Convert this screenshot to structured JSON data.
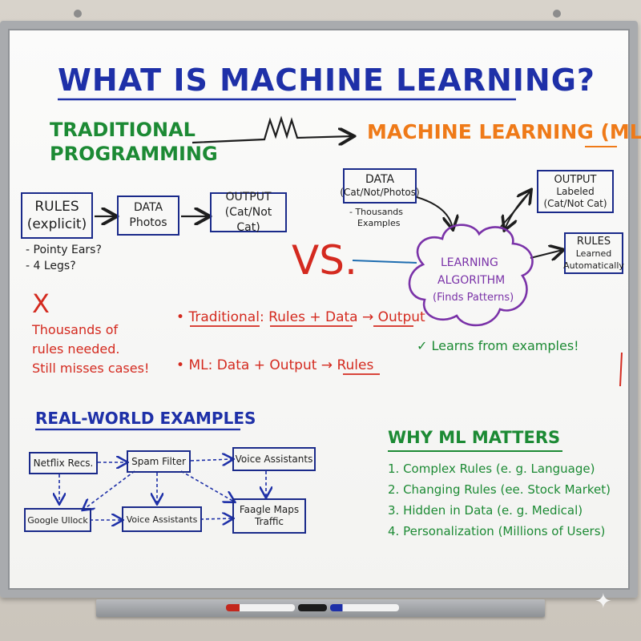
{
  "title": "WHAT IS MACHINE LEARNING?",
  "traditional": {
    "line1": "TRADITIONAL",
    "line2": "PROGRAMMING"
  },
  "ml_heading": {
    "text": "MACHINE LEARNING ",
    "abbr": "(ML)"
  },
  "trad_flow": {
    "rules_line1": "RULES",
    "rules_line2": "(explicit)",
    "data_line1": "DATA",
    "data_line2": "Photos",
    "output_line1": "OUTPUT",
    "output_line2": "(Cat/Not Cat)",
    "note1": "- Pointy Ears?",
    "note2": "- 4 Legs?"
  },
  "vs": "VS.",
  "fail": {
    "mark": "X",
    "line1": "Thousands of",
    "line2": "rules  needed.",
    "line3": "Still misses cases!"
  },
  "ml_flow": {
    "data_line1": "DATA",
    "data_line2": "(Cat/Not/Photos)",
    "data_note1": "- Thousands",
    "data_note2": "Examples",
    "output_line1": "OUTPUT",
    "output_line2": "Labeled",
    "output_line3": "(Cat/Not Cat)",
    "rules_line1": "RULES",
    "rules_line2": "Learned",
    "rules_line3": "Automatically",
    "algo_line1": "LEARNING",
    "algo_line2": "ALGORITHM",
    "algo_line3": "(Finds Patterns)",
    "learns": "✓ Learns from examples!"
  },
  "summary": {
    "trad_bullet": "•",
    "trad_label": "Traditional",
    "trad_colon": ":",
    "trad_formula": "Rules + Data → Output",
    "ml_bullet": "•",
    "ml_label": "ML",
    "ml_formula": ": Data + Output → ",
    "ml_result": "Rules"
  },
  "examples": {
    "heading": "REAL-WORLD EXAMPLES",
    "netflix": "Netflix Recs.",
    "spam": "Spam Filter",
    "voice_top": "Voice Assistants",
    "google": "Google Ullock",
    "voice_mid": "Voice Assistants",
    "maps_line1": "Faagle Maps",
    "maps_line2": "Traffic"
  },
  "why": {
    "heading": "WHY ML MATTERS",
    "items": [
      "1. Complex Rules  (e. g. Language)",
      "2. Changing Rules (ee. Stock Market)",
      "3. Hidden in Data (e. g. Medical)",
      "4. Personalization (Millions of Users)"
    ]
  },
  "colors": {
    "blue": "#1e30a8",
    "green": "#1c8a34",
    "orange": "#ef7a18",
    "red": "#d42a1f",
    "purple": "#7a32a8",
    "black": "#1d1d1d"
  }
}
